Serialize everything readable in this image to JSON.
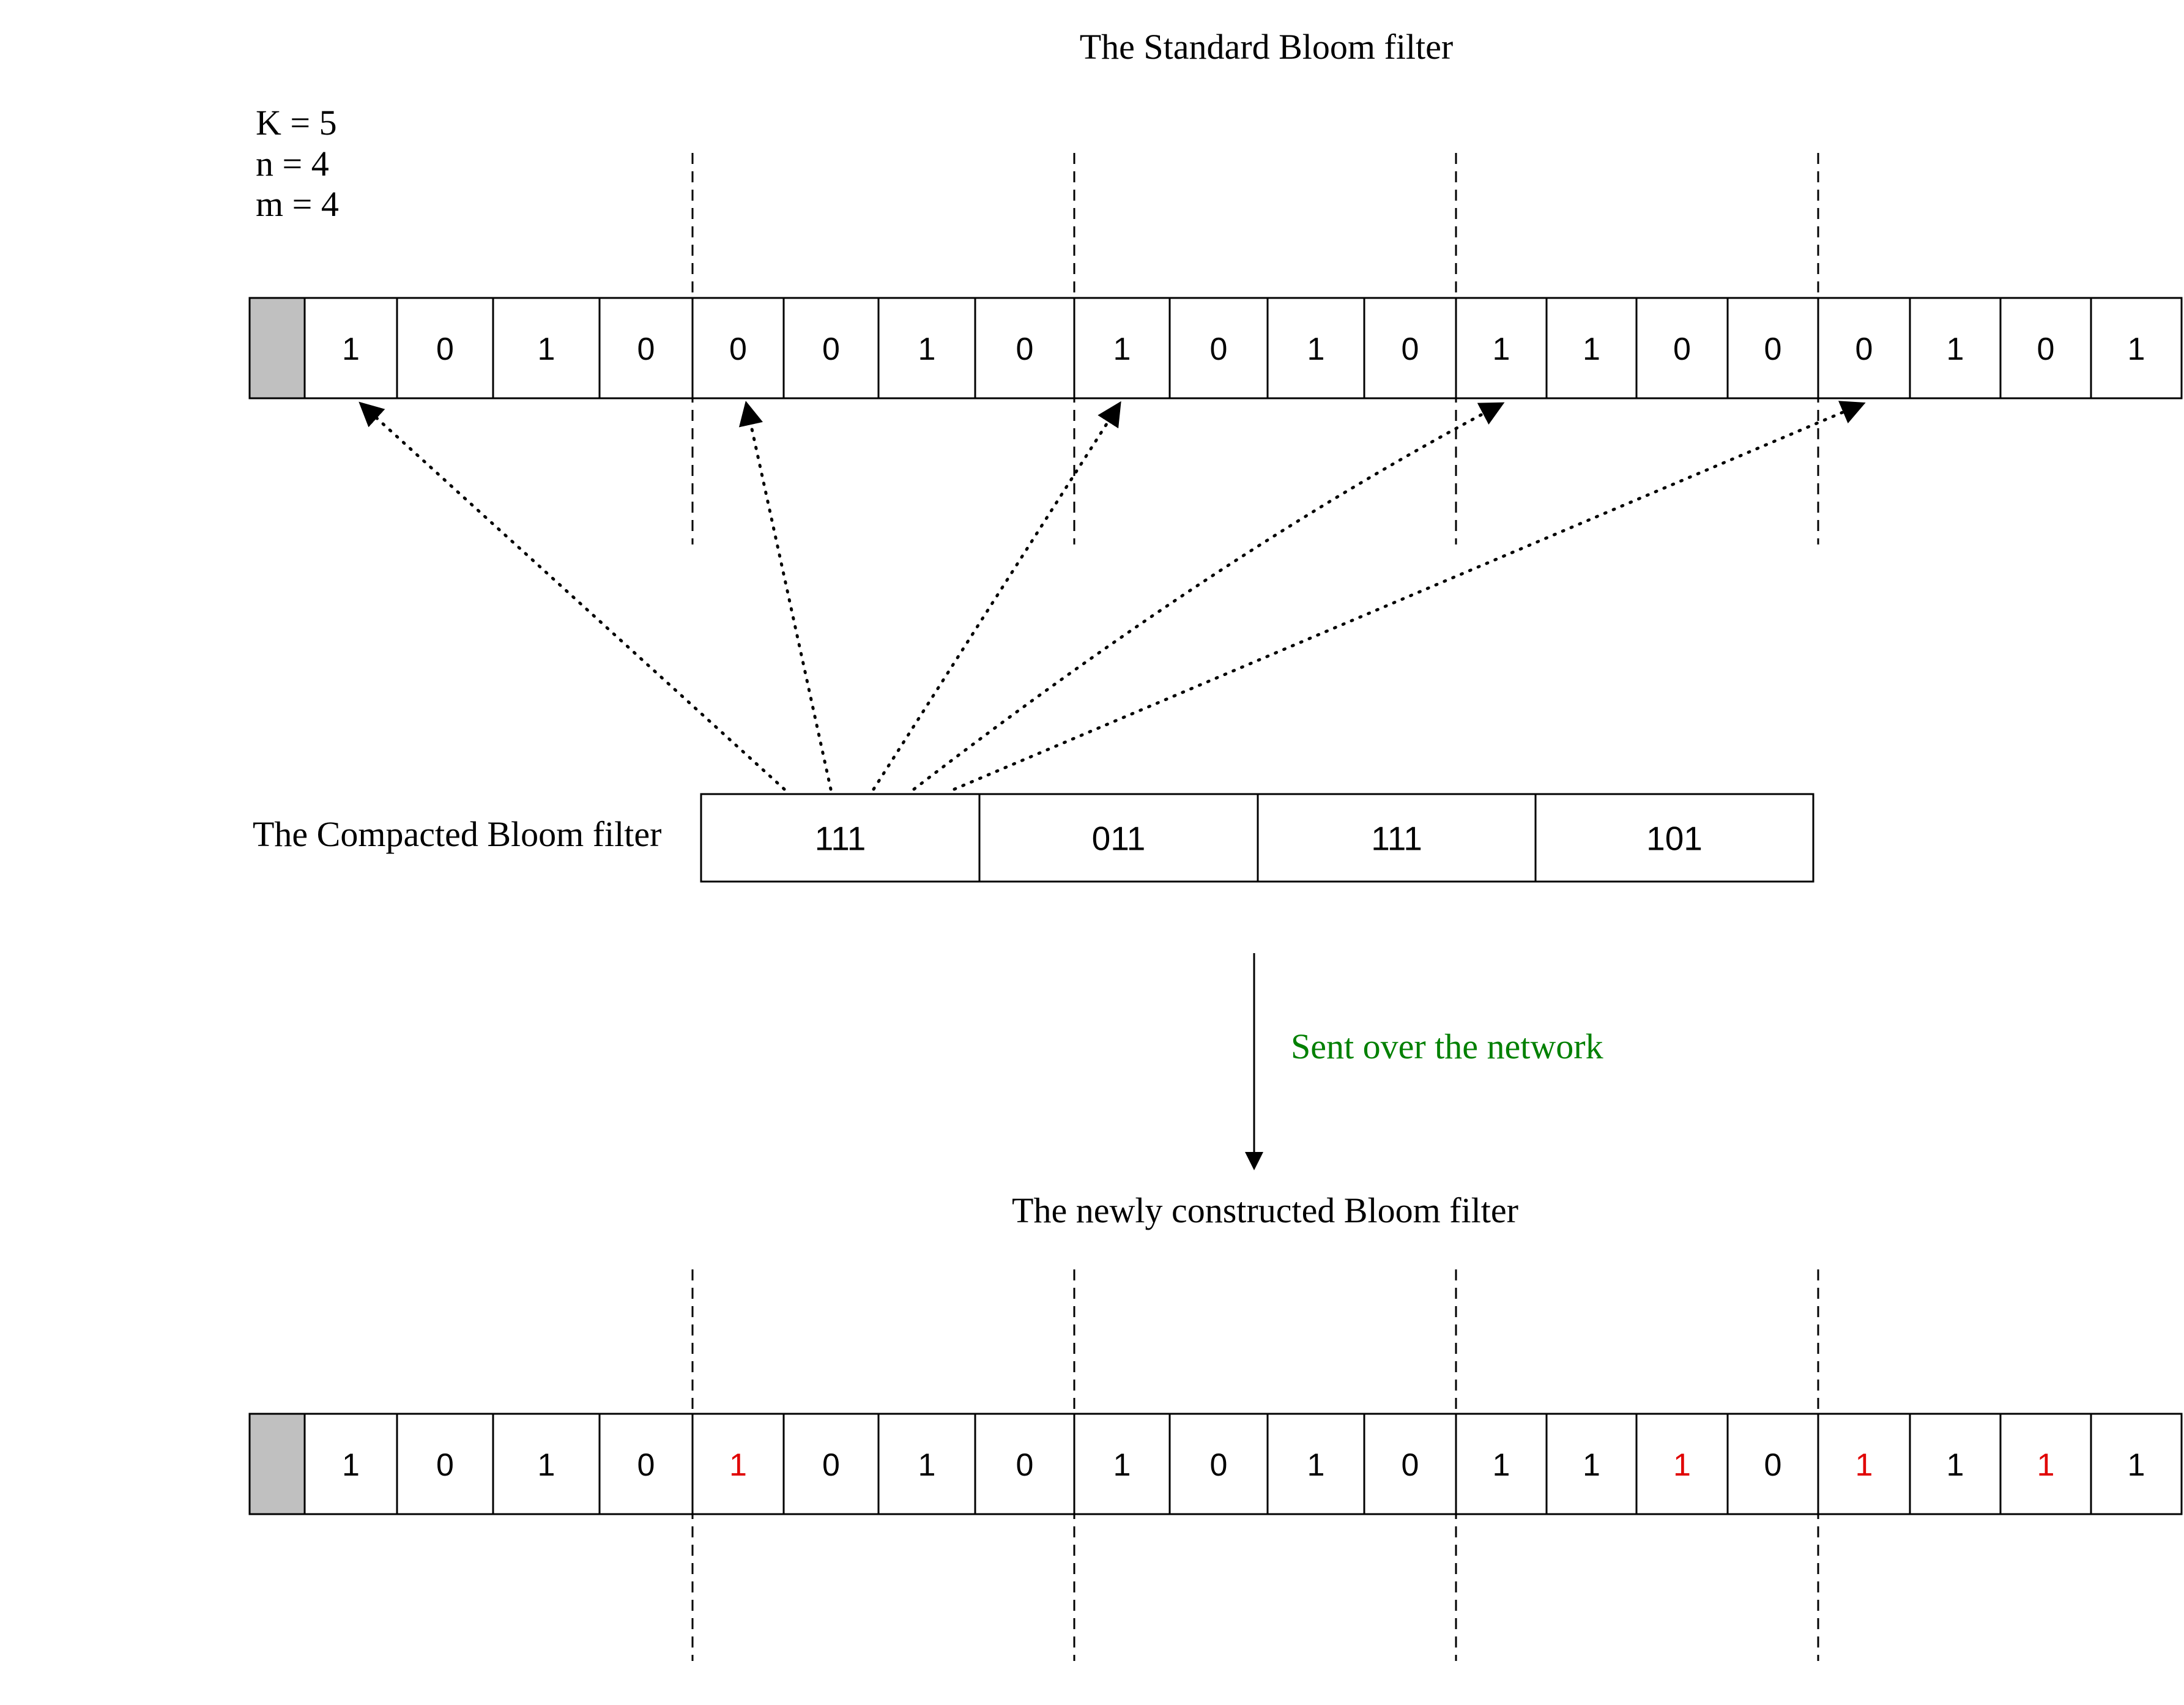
{
  "titles": {
    "standard": "The Standard Bloom filter",
    "compacted": "The Compacted Bloom filter",
    "network": "Sent over the network",
    "reconstructed": "The newly constructed  Bloom filter"
  },
  "params": {
    "k": "K = 5",
    "n": "n  = 4",
    "m": "m = 4"
  },
  "standard_filter": {
    "bits": [
      "1",
      "0",
      "1",
      "0",
      "0",
      "0",
      "1",
      "0",
      "1",
      "0",
      "1",
      "0",
      "1",
      "1",
      "0",
      "0",
      "0",
      "1",
      "0",
      "1"
    ]
  },
  "compacted_filter": {
    "cells": [
      "111",
      "011",
      "111",
      "101"
    ]
  },
  "reconstructed_filter": {
    "bits": [
      "1",
      "0",
      "1",
      "0",
      "1",
      "0",
      "1",
      "0",
      "1",
      "0",
      "1",
      "0",
      "1",
      "1",
      "1",
      "0",
      "1",
      "1",
      "1",
      "1"
    ],
    "changed": [
      false,
      false,
      false,
      false,
      true,
      false,
      false,
      false,
      false,
      false,
      false,
      false,
      false,
      false,
      true,
      false,
      true,
      false,
      true,
      false
    ]
  },
  "colors": {
    "network_label": "#008000",
    "changed_bit": "#e00000",
    "padding_cell": "#c0c0c0"
  }
}
